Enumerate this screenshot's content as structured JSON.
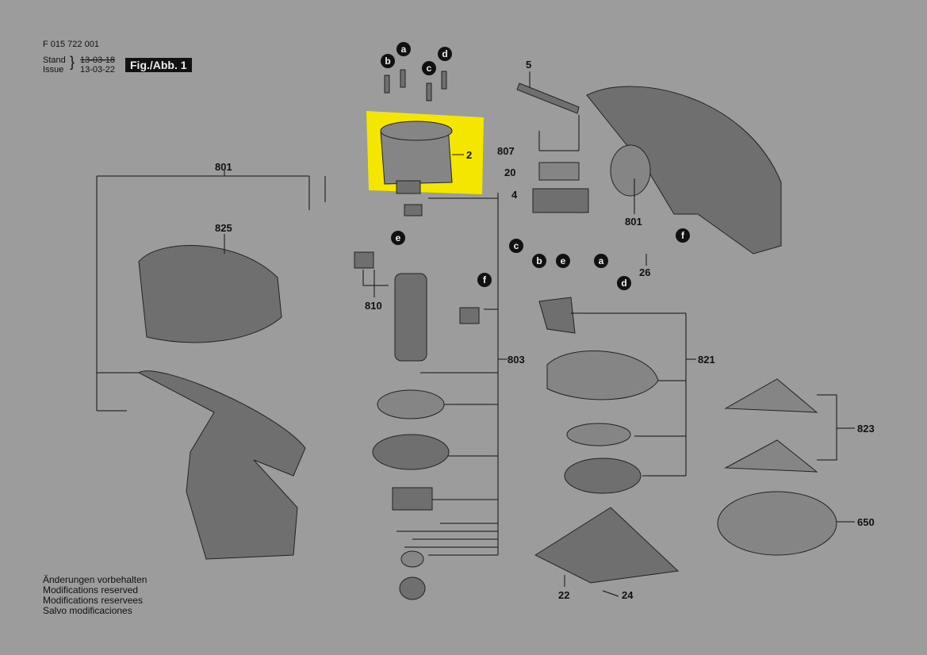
{
  "header": {
    "part_number": "F 015 722 001",
    "stand_label": "Stand",
    "issue_label": "Issue",
    "stand_date": "13-03-18",
    "issue_date": "13-03-22",
    "figure": "Fig./Abb. 1"
  },
  "notes": [
    "Änderungen vorbehalten",
    "Modifications reserved",
    "Modifications reservees",
    "Salvo modificaciones"
  ],
  "highlight_color": "#f5e600",
  "labels": {
    "p5": "5",
    "p807": "807",
    "p20": "20",
    "p4": "4",
    "p801a": "801",
    "p801b": "801",
    "p825": "825",
    "p2": "2",
    "p810": "810",
    "p803": "803",
    "p821": "821",
    "p823": "823",
    "p650": "650",
    "p22": "22",
    "p24": "24",
    "p26": "26"
  },
  "wire_letters": {
    "a1": "a",
    "b1": "b",
    "c1": "c",
    "d1": "d",
    "e1": "e",
    "f1": "f",
    "f2": "f",
    "c2": "c",
    "b2": "b",
    "e2": "e",
    "a2": "a",
    "d2": "d"
  }
}
